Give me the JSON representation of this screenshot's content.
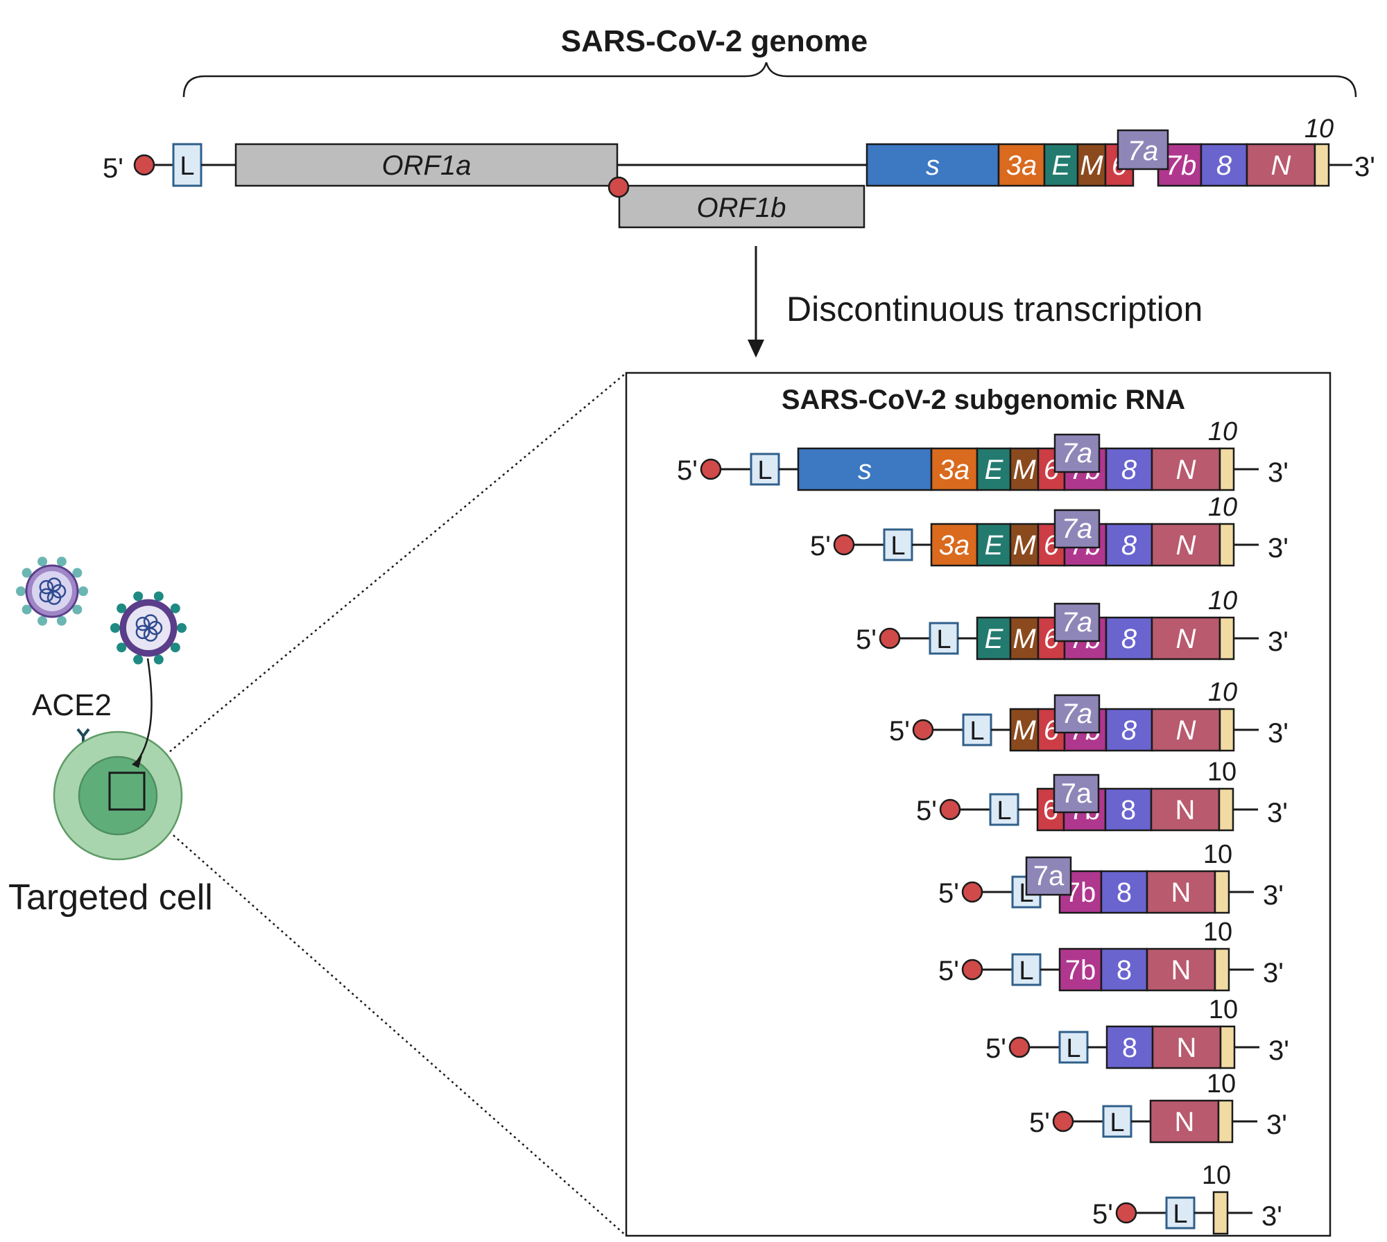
{
  "titles": {
    "genome": "SARS-CoV-2 genome",
    "subgenomic": "SARS-CoV-2 subgenomic RNA",
    "process": "Discontinuous transcription"
  },
  "labels": {
    "five_prime": "5'",
    "three_prime": "3'",
    "leader": "L",
    "ace2": "ACE2",
    "targeted_cell": "Targeted cell"
  },
  "genome": {
    "orf1a": "ORF1a",
    "orf1b": "ORF1b",
    "genes": [
      "s",
      "3a",
      "E",
      "M",
      "6",
      "7a",
      "7b",
      "8",
      "N",
      "10"
    ]
  },
  "subgenomic_rows": [
    {
      "genes": [
        "s",
        "3a",
        "E",
        "M",
        "6",
        "7a",
        "7b",
        "8",
        "N"
      ],
      "italic": true,
      "ten": "10"
    },
    {
      "genes": [
        "3a",
        "E",
        "M",
        "6",
        "7a",
        "7b",
        "8",
        "N"
      ],
      "italic": true,
      "ten": "10"
    },
    {
      "genes": [
        "E",
        "M",
        "6",
        "7a",
        "7b",
        "8",
        "N"
      ],
      "italic": true,
      "ten": "10"
    },
    {
      "genes": [
        "M",
        "6",
        "7a",
        "7b",
        "8",
        "N"
      ],
      "italic": true,
      "ten": "10"
    },
    {
      "genes": [
        "6",
        "7a",
        "7b",
        "8",
        "N"
      ],
      "italic": false,
      "ten": "10"
    },
    {
      "genes": [
        "7a",
        "7b",
        "8",
        "N"
      ],
      "italic": false,
      "ten": "10"
    },
    {
      "genes": [
        "7b",
        "8",
        "N"
      ],
      "italic": false,
      "ten": "10"
    },
    {
      "genes": [
        "8",
        "N"
      ],
      "italic": false,
      "ten": "10"
    },
    {
      "genes": [
        "N"
      ],
      "italic": false,
      "ten": "10"
    },
    {
      "genes": [],
      "italic": false,
      "ten": "10"
    }
  ],
  "colors": {
    "cap": "#d04a4a",
    "leader": "#dceaf6",
    "leader_stroke": "#2f5f8a",
    "orf": "#bdbdbd",
    "s": "#3d78c2",
    "3a": "#d96a1e",
    "E": "#237b6f",
    "M": "#8b4a1e",
    "6": "#cc3d46",
    "7a": "#8f86b8",
    "7b": "#b0378e",
    "8": "#6a64cf",
    "N": "#b95a6e",
    "10": "#f1dba3",
    "cell_outer": "#a9d5ae",
    "cell_inner": "#5fae7a"
  }
}
